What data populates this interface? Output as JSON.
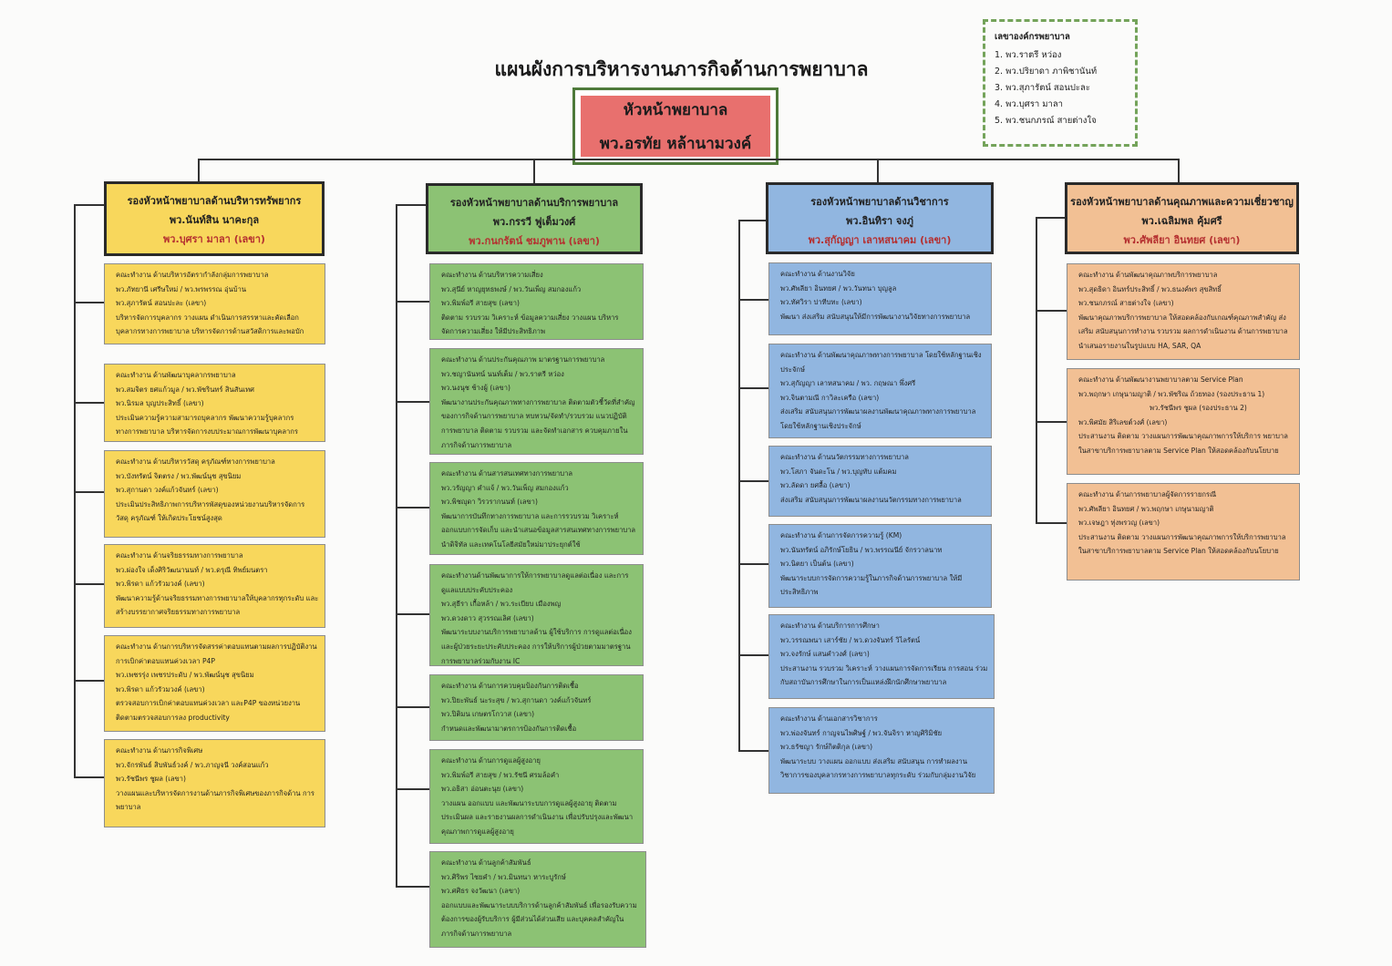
{
  "title": "แผนผังการบริหารงานภารกิจด้านการพยาบาล",
  "chief": {
    "role": "หัวหน้าพยาบาล",
    "name": "พว.อรทัย หล้านามวงค์"
  },
  "secretaries": {
    "heading": "เลขาองค์กรพยาบาล",
    "items": [
      "1. พว.ราตรี หว่อง",
      "2. พว.ปริยาดา ภาพิชานันท์",
      "3. พว.สุภารัตน์ สอนปะละ",
      "4. พว.บุศรา มาลา",
      "5. พว.ชนกภรณ์ สายต่างใจ"
    ]
  },
  "columns": [
    {
      "role": "รองหัวหน้าพยาบาลด้านบริหารทรัพยากร",
      "name": "พว.นันท์สิน นาคะกุล",
      "secretary": "พว.บุศรา มาลา (เลขา)",
      "color": "#f8d75c",
      "tasks": [
        {
          "title": "คณะทำงาน ด้านบริหารอัตรากำลังกลุ่มการพยาบาล",
          "members": [
            "พว.ภัทยานี เศรีษใหม่ / พว.พรพรรณ อุ่นบ้าน",
            "พว.สุภารัตน์ สอนปะละ (เลขา)"
          ],
          "desc": "บริหารจัดการบุคลากร วางแผน ดำเนินการสรรหาและคัดเลือก บุคลากรทางการพยาบาล บริหารจัดการด้านสวัสดิการและพอบัก"
        },
        {
          "title": "คณะทำงาน ด้านพัฒนาบุคลากรพยาบาล",
          "members": [
            "พว.สมจิตร ยศแก้วมูล / พว.พัชรินทร์ สินสันเทศ",
            "พว.นิรมล บุญประสิทธิ์ (เลขา)"
          ],
          "desc": "ประเมินความรู้ความสามารถบุคลากร พัฒนาความรู้บุคลากร ทางการพยาบาล บริหารจัดการงบประมาณการพัฒนาบุคลากร"
        },
        {
          "title": "คณะทำงาน ด้านบริหารวัสดุ ครุภัณฑ์ทางการพยาบาล",
          "members": [
            "พว.บังทรัตน์ จิตตรง / พว.พัฒน์นุช สุขนิยม",
            "พว.สุกานดา วงค์แก้วจันทร์ (เลขา)"
          ],
          "desc": "ประเมินประสิทธิภาพการบริหารพัสดุของหน่วยงานบริหารจัดการ วัสดุ ครุภัณฑ์ ให้เกิดประโยชน์สูงสุด"
        },
        {
          "title": "คณะทำงาน ด้านจริยธรรมทางการพยาบาล",
          "members": [
            "พว.ผ่องใจ เด็งศิริวัฒนานนท์ / พว.ดรุณี ทิพย์มนตรา",
            "พว.พิรดา แก้วรัวมวงค์ (เลขา)"
          ],
          "desc": "พัฒนาความรู้ด้านจริยธรรมทางการพยาบาลให้บุคลากรทุกระดับ และสร้างบรรยากาศจริยธรรมทางการพยาบาล"
        },
        {
          "title": "คณะทำงาน ด้านการบริหารจัดสรรค่าตอบแทนตามผลการปฏิบัติงาน การเบิกค่าตอบแทนค่วงเวลา P4P",
          "members": [
            "พว.เพชรรุ่ง เพชรประดับ / พว.พัฒน์นุช สุขนิยม",
            "พว.พิรดา แก้วรัวมวงค์ (เลขา)"
          ],
          "desc": "ตรวจสอบการเบิกค่าตอบแทนค่วงเวลา และP4P ของหน่วยงาน ติดตามตรวจสอบการลง productivity"
        },
        {
          "title": "คณะทำงาน ด้านภารกิจพิเศษ",
          "members": [
            "พว.จักรพันธ์ สิบพันธ์วงค์ / พว.ภาญจนี วงค์สอนแก้ว",
            "พว.รัชนีพร ชูผล (เลขา)"
          ],
          "desc": "วางแผนและบริหารจัดการงานด้านภารกิจพิเศษของภารกิจด้าน การพยาบาล"
        }
      ]
    },
    {
      "role": "รองหัวหน้าพยาบาลด้านบริการพยาบาล",
      "name": "พว.กรรวี ฟูเต็มวงศ์",
      "secretary": "พว.กนกรัตน์ ชมภูพาน (เลขา)",
      "color": "#8cc274",
      "tasks": [
        {
          "title": "คณะทำงาน ด้านบริหารความเสี่ยง",
          "members": [
            "พว.สุนีย์ หาญยุทธพงษ์ / พว.วันเพ็ญ สมกองแก้ว",
            "พว.พิมพ์อรี สายสุข (เลขา)"
          ],
          "desc": "ติดตาม รวบรวม วิเคราะห์ ข้อมูลความเสี่ยง วางแผน บริหารจัดการความเสี่ยง ให้มีประสิทธิภาพ"
        },
        {
          "title": "คณะทำงาน ด้านประกันคุณภาพ มาตรฐานการพยาบาล",
          "members": [
            "พว.ชญานันทน์ นนท์เต็ม / พว.ราตรี หว่อง",
            "พว.นงนุช ช้างผู้ (เลขา)"
          ],
          "desc": "พัฒนางานประกันคุณภาพทางการพยาบาล ติดตามตัวชี้วัดที่สำคัญของการกิจด้านการพยาบาล ทบทวน/จัดทำ/รวบรวม แนวปฏิบัติการพยาบาล ติดตาม รวบรวม และจัดทำเอกสาร ควบคุมภายในภารกิจด้านการพยาบาล"
        },
        {
          "title": "คณะทำงาน ด้านสารสนเทศทางการพยาบาล",
          "members": [
            "พว.วรัญญา คำแจ้ / พว.วันเพ็ญ สมกองแก้ว",
            "พว.พิชญุดา วิรวรากนนท์ (เลขา)"
          ],
          "desc": "พัฒนาการบันทึกทางการพยาบาล และการรวบรวม วิเคราะห์ ออกแบบการจัดเก็บ และนำเสนอข้อมูลสารสนเทศทางการพยาบาล นำดิจิทัล และเทคโนโลยีสมัยใหม่มาประยุกต์ใช้"
        },
        {
          "title": "คณะทำงานด้านพัฒนาการให้การพยาบาลดูแลต่อเนื่อง และการดูแลแบบประคับประคอง",
          "members": [
            "พว.สุธีรา เกื้อหล้า / พว.ระเบียบ เมืองพญ",
            "พว.ดวงดาว สุวรรณเลิศ (เลขา)"
          ],
          "desc": "พัฒนาระบบงานบริการพยาบาลด้าน ผู้ใช้บริการ การดูแลต่อเนื่อง และผู้ป่วยระยะประคับประคอง การให้บริการผู้ป่วยตามมาตรฐาน การพยาบาลร่วมกับงาน IC"
        },
        {
          "title": "คณะทำงาน ด้านการควบคุมป้องกันการติดเชื้อ",
          "members": [
            "พว.ปิยะพันธ์ นะระสุข / พว.สุกานดา วงค์แก้วจันทร์",
            "พว.ปิติมน เกษตรโกวาส (เลขา)"
          ],
          "desc": "กำหนดและพัฒนามาตรการป้องกันการติดเชื้อ"
        },
        {
          "title": "คณะทำงาน ด้านการดูแลผู้สูงอายุ",
          "members": [
            "พว.พิมพ์อรี สายสุข / พว.รัชนี ศรมล้อคำ",
            "พว.อธิสา อ่อนตะนุย (เลขา)"
          ],
          "desc": "วางแผน ออกแบบ และพัฒนาระบบการดูแลผู้สูงอายุ ติดตาม ประเมินผล และรายงานผลการดำเนินงาน เพื่อปรับปรุงและพัฒนาคุณภาพการดูแลผู้สูงอายุ"
        },
        {
          "title": "คณะทำงาน ด้านลูกค้าสัมพันธ์",
          "members": [
            "พว.ศิริพร ไชยคำ / พว.มินทนา หาระบูรักษ์",
            "พว.ศศิธร จงวัฒนา (เลขา)"
          ],
          "desc": "ออกแบบและพัฒนาระบบบริการด้านลูกค้าสัมพันธ์ เพื่อรองรับความต้องการของผู้รับบริการ ผู้มีส่วนได้ส่วนเสีย และบุคคลสำคัญในภารกิจด้านการพยาบาล"
        }
      ]
    },
    {
      "role": "รองหัวหน้าพยาบาลด้านวิชาการ",
      "name": "พว.อินทิรา จงภู่",
      "secretary": "พว.สุกัญญา เลาหสนาคม (เลขา)",
      "color": "#91b6e0",
      "tasks": [
        {
          "title": "คณะทำงาน ด้านงานวิจัย",
          "members": [
            "พว.ศัพลียา อินทยศ / พว.วันทนา บุญลูล",
            "พว.ทัศวิรา ปาทีบทะ (เลขา)"
          ],
          "desc": "พัฒนา ส่งเสริม สนับสนุนให้มีการพัฒนางานวิจัยทางการพยาบาล"
        },
        {
          "title": "คณะทำงาน ด้านพัฒนาคุณภาพทางการพยาบาล โดยใช้หลักฐานเชิงประจักษ์",
          "members": [
            "พว.สุกัญญา เลาหสนาคม / พว. กฤษณา พึ่งศรี",
            "พว.จินตามณี กาวิละเครือ (เลขา)"
          ],
          "desc": "ส่งเสริม สนับสนุนการพัฒนาผลงานพัฒนาคุณภาพทางการพยาบาล โดยใช้หลักฐานเชิงประจักษ์"
        },
        {
          "title": "คณะทำงาน ด้านนวัตกรรมทางการพยาบาล",
          "members": [
            "พว.โสภา จันดะโน / พว.บุญทับ แต้มคม",
            "พว.ลัดดา ยศลื้อ (เลขา)"
          ],
          "desc": "ส่งเสริม สนับสนุนการพัฒนาผลงานนวัตกรรมทางการพยาบาล"
        },
        {
          "title": "คณะทำงาน ด้านการจัดการความรู้ (KM)",
          "members": [
            "พว.นันทรัตน์ อภิรักษ์โยธิน / พว.พรรณนีย์ จักรวาลนาท",
            "พว.นิตยา เป็นต้น (เลขา)"
          ],
          "desc": "พัฒนาระบบการจัดการความรู้ในภารกิจด้านการพยาบาล ให้มีประสิทธิภาพ"
        },
        {
          "title": "คณะทำงาน ด้านบริการการศึกษา",
          "members": [
            "พว.วรรณพนา เสาร์ชัย / พว.ดวงจันทร์ วิไลรัตน์",
            "พว.จงรักษ์ แสนคำวงศ์ (เลขา)"
          ],
          "desc": "ประสานงาน รวบรวม วิเคราะห์ วางแผนการจัดการเรียน การสอน ร่วมกับสถาบันการศึกษาในการเป็นแหล่งฝึกนักศึกษาพยาบาล"
        },
        {
          "title": "คณะทำงาน ด้านเอกสารวิชาการ",
          "members": [
            "พว.พ่องจันทร์ กาญจนไพศิษฐ์ / พว.จันจิรา หาญศิริมิชัย",
            "พว.ธรัชญา รักษ์กิตติกุล (เลขา)"
          ],
          "desc": "พัฒนาระบบ วางแผน ออกแบบ ส่งเสริม สนับสนุน การทำผลงาน วิชาการของบุคลากรทางการพยาบาลทุกระดับ ร่วมกับกลุ่มงานวิจัย"
        }
      ]
    },
    {
      "role": "รองหัวหน้าพยาบาลด้านคุณภาพและความเชี่ยวชาญ",
      "name": "พว.เฉลิมพล คุ้มศรี",
      "secretary": "พว.ศัพลียา อินทยศ (เลขา)",
      "color": "#f2c094",
      "tasks": [
        {
          "title": "คณะทำงาน ด้านพัฒนาคุณภาพบริการพยาบาล",
          "members": [
            "พว.สุดธิดา อินทร์ประสิทธิ์ / พว.ธนงค์พร สุขสิทธิ์",
            "พว.ชนกภรณ์ สายต่างใจ (เลขา)"
          ],
          "desc": "พัฒนาคุณภาพบริการพยาบาล ให้สอดคล้องกับเกณฑ์คุณภาพสำคัญ ส่งเสริม สนับสนุนการทำงาน รวบรวม ผลการดำเนินงาน ด้านการพยาบาล นำเสนอรายงานในรูปแบบ HA, SAR, QA"
        },
        {
          "title": "คณะทำงาน ด้านพัฒนางานพยาบาลตาม Service Plan",
          "members": [
            "พว.พฤกษา เกษุนามญาติ / พว.พัชริณ ถ้วยทอง (รองประธาน 1)",
            "พว.รัชนีพร ชูผล (รองประธาน 2)",
            "พว.พิศมัย สิริเลขต์วงศ์ (เลขา)"
          ],
          "desc": "ประสานงาน ติดตาม วางแผนการพัฒนาคุณภาพการให้บริการ พยาบาล ในสาขาบริการพยาบาลตาม Service Plan ให้สอดคล้องกับนโยบาย"
        },
        {
          "title": "คณะทำงาน ด้านการพยาบาลผู้จัดการรายกรณี",
          "members": [
            "พว.ศัพลียา อินทยศ / พว.พฤกษา เกษุนามญาติ",
            "พว.เจษฎา ทุ่งพรวญ (เลขา)"
          ],
          "desc": "ประสานงาน ติดตาม วางแผนการพัฒนาคุณภาพการให้บริการพยาบาล ในสาขาบริการพยาบาลตาม Service Plan ให้สอดคล้องกับนโยบาย"
        }
      ]
    }
  ]
}
